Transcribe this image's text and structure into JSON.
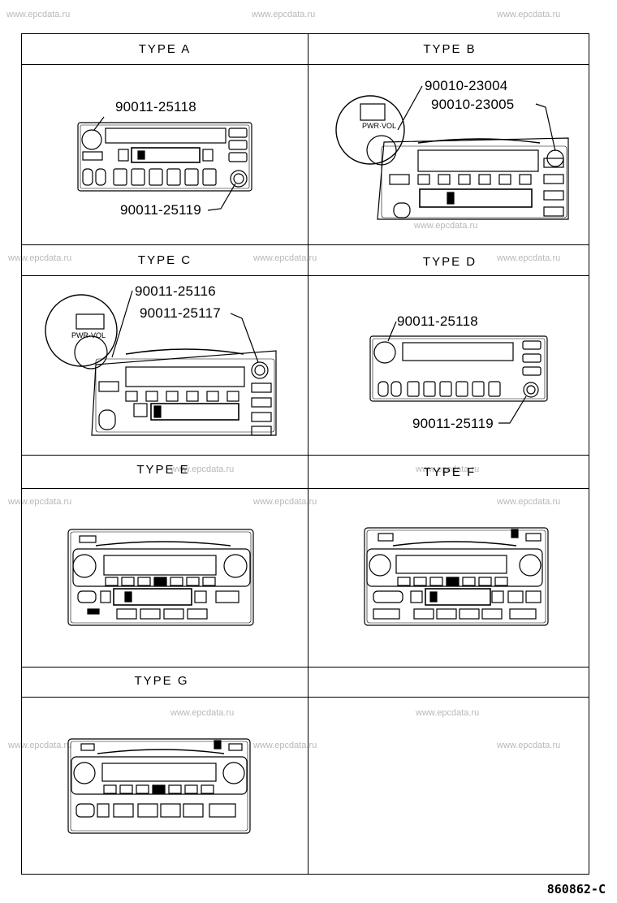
{
  "watermark": "www.epcdata.ru",
  "panels": [
    {
      "id": "a",
      "title": "TYPE A",
      "parts": [
        "90011-25118",
        "90011-25119"
      ]
    },
    {
      "id": "b",
      "title": "TYPE B",
      "parts": [
        "90010-23004",
        "90010-23005"
      ]
    },
    {
      "id": "c",
      "title": "TYPE C",
      "parts": [
        "90011-25116",
        "90011-25117"
      ]
    },
    {
      "id": "d",
      "title": "TYPE D",
      "parts": [
        "90011-25118",
        "90011-25119"
      ]
    },
    {
      "id": "e",
      "title": "TYPE E",
      "parts": []
    },
    {
      "id": "f",
      "title": "TYPE F",
      "parts": []
    },
    {
      "id": "g",
      "title": "TYPE G",
      "parts": []
    }
  ],
  "footer": "860862-C"
}
